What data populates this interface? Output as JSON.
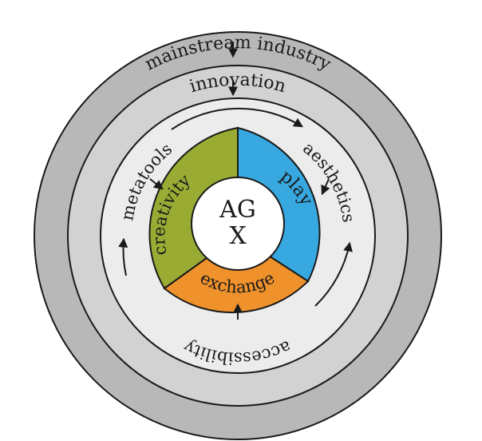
{
  "rings": {
    "outer_label": "mainstream industry",
    "middle_label": "innovation",
    "cycle_labels": {
      "left": "metatools",
      "right": "aesthetics",
      "bottom": "accessibility"
    }
  },
  "sectors": {
    "creativity": "creativity",
    "play": "play",
    "exchange": "exchange"
  },
  "core": {
    "line1": "AG",
    "line2": "X"
  },
  "colors": {
    "outer_ring": "#b8b8b8",
    "middle_ring": "#d2d2d2",
    "cycle_ring": "#ececec",
    "creativity": "#9aab34",
    "play": "#37a8e0",
    "exchange": "#f0922c",
    "core": "#ffffff",
    "stroke": "#1a1a1a"
  }
}
